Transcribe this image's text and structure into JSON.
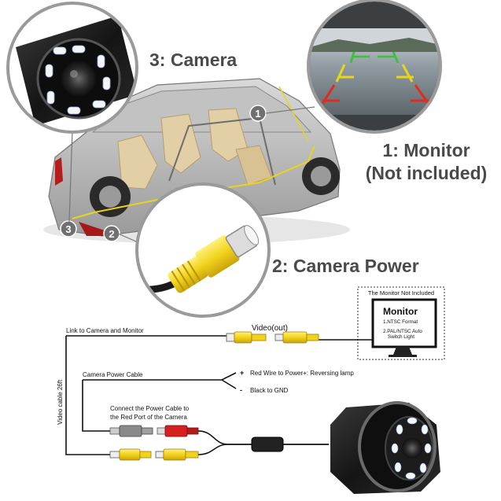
{
  "labels": {
    "camera": "3: Camera",
    "monitor_line1": "1: Monitor",
    "monitor_line2": "(Not included)",
    "power": "2: Camera Power"
  },
  "car_markers": [
    "1",
    "2",
    "3"
  ],
  "wiring": {
    "monitor_box_caption": "The Monitor Not Included",
    "monitor_title": "Monitor",
    "monitor_spec1": "1.NTSC Format",
    "monitor_spec2_line1": "2.PAL/NTSC Auto",
    "monitor_spec2_line2": "Switch Light",
    "link_label": "Link to Camera and Monitor",
    "video_out": "Video(out)",
    "power_cable": "Camera Power Cable",
    "red_wire": "Red Wire to Power+: Reversing lamp",
    "black_wire": "Black to GND",
    "plus_sign": "+",
    "minus_sign": "-",
    "connect_line1": "Connect the Power Cable to",
    "connect_line2": "the Red Port of the Camera",
    "video_cable": "Video cable 26ft"
  },
  "colors": {
    "rca_yellow": "#f2d21b",
    "rca_red": "#d62020",
    "rca_gray": "#8a8a8a",
    "guide_green": "#3fbf3f",
    "guide_yellow": "#e8d51a",
    "guide_red": "#e02b1f",
    "label_gray": "#4a4a4a"
  }
}
